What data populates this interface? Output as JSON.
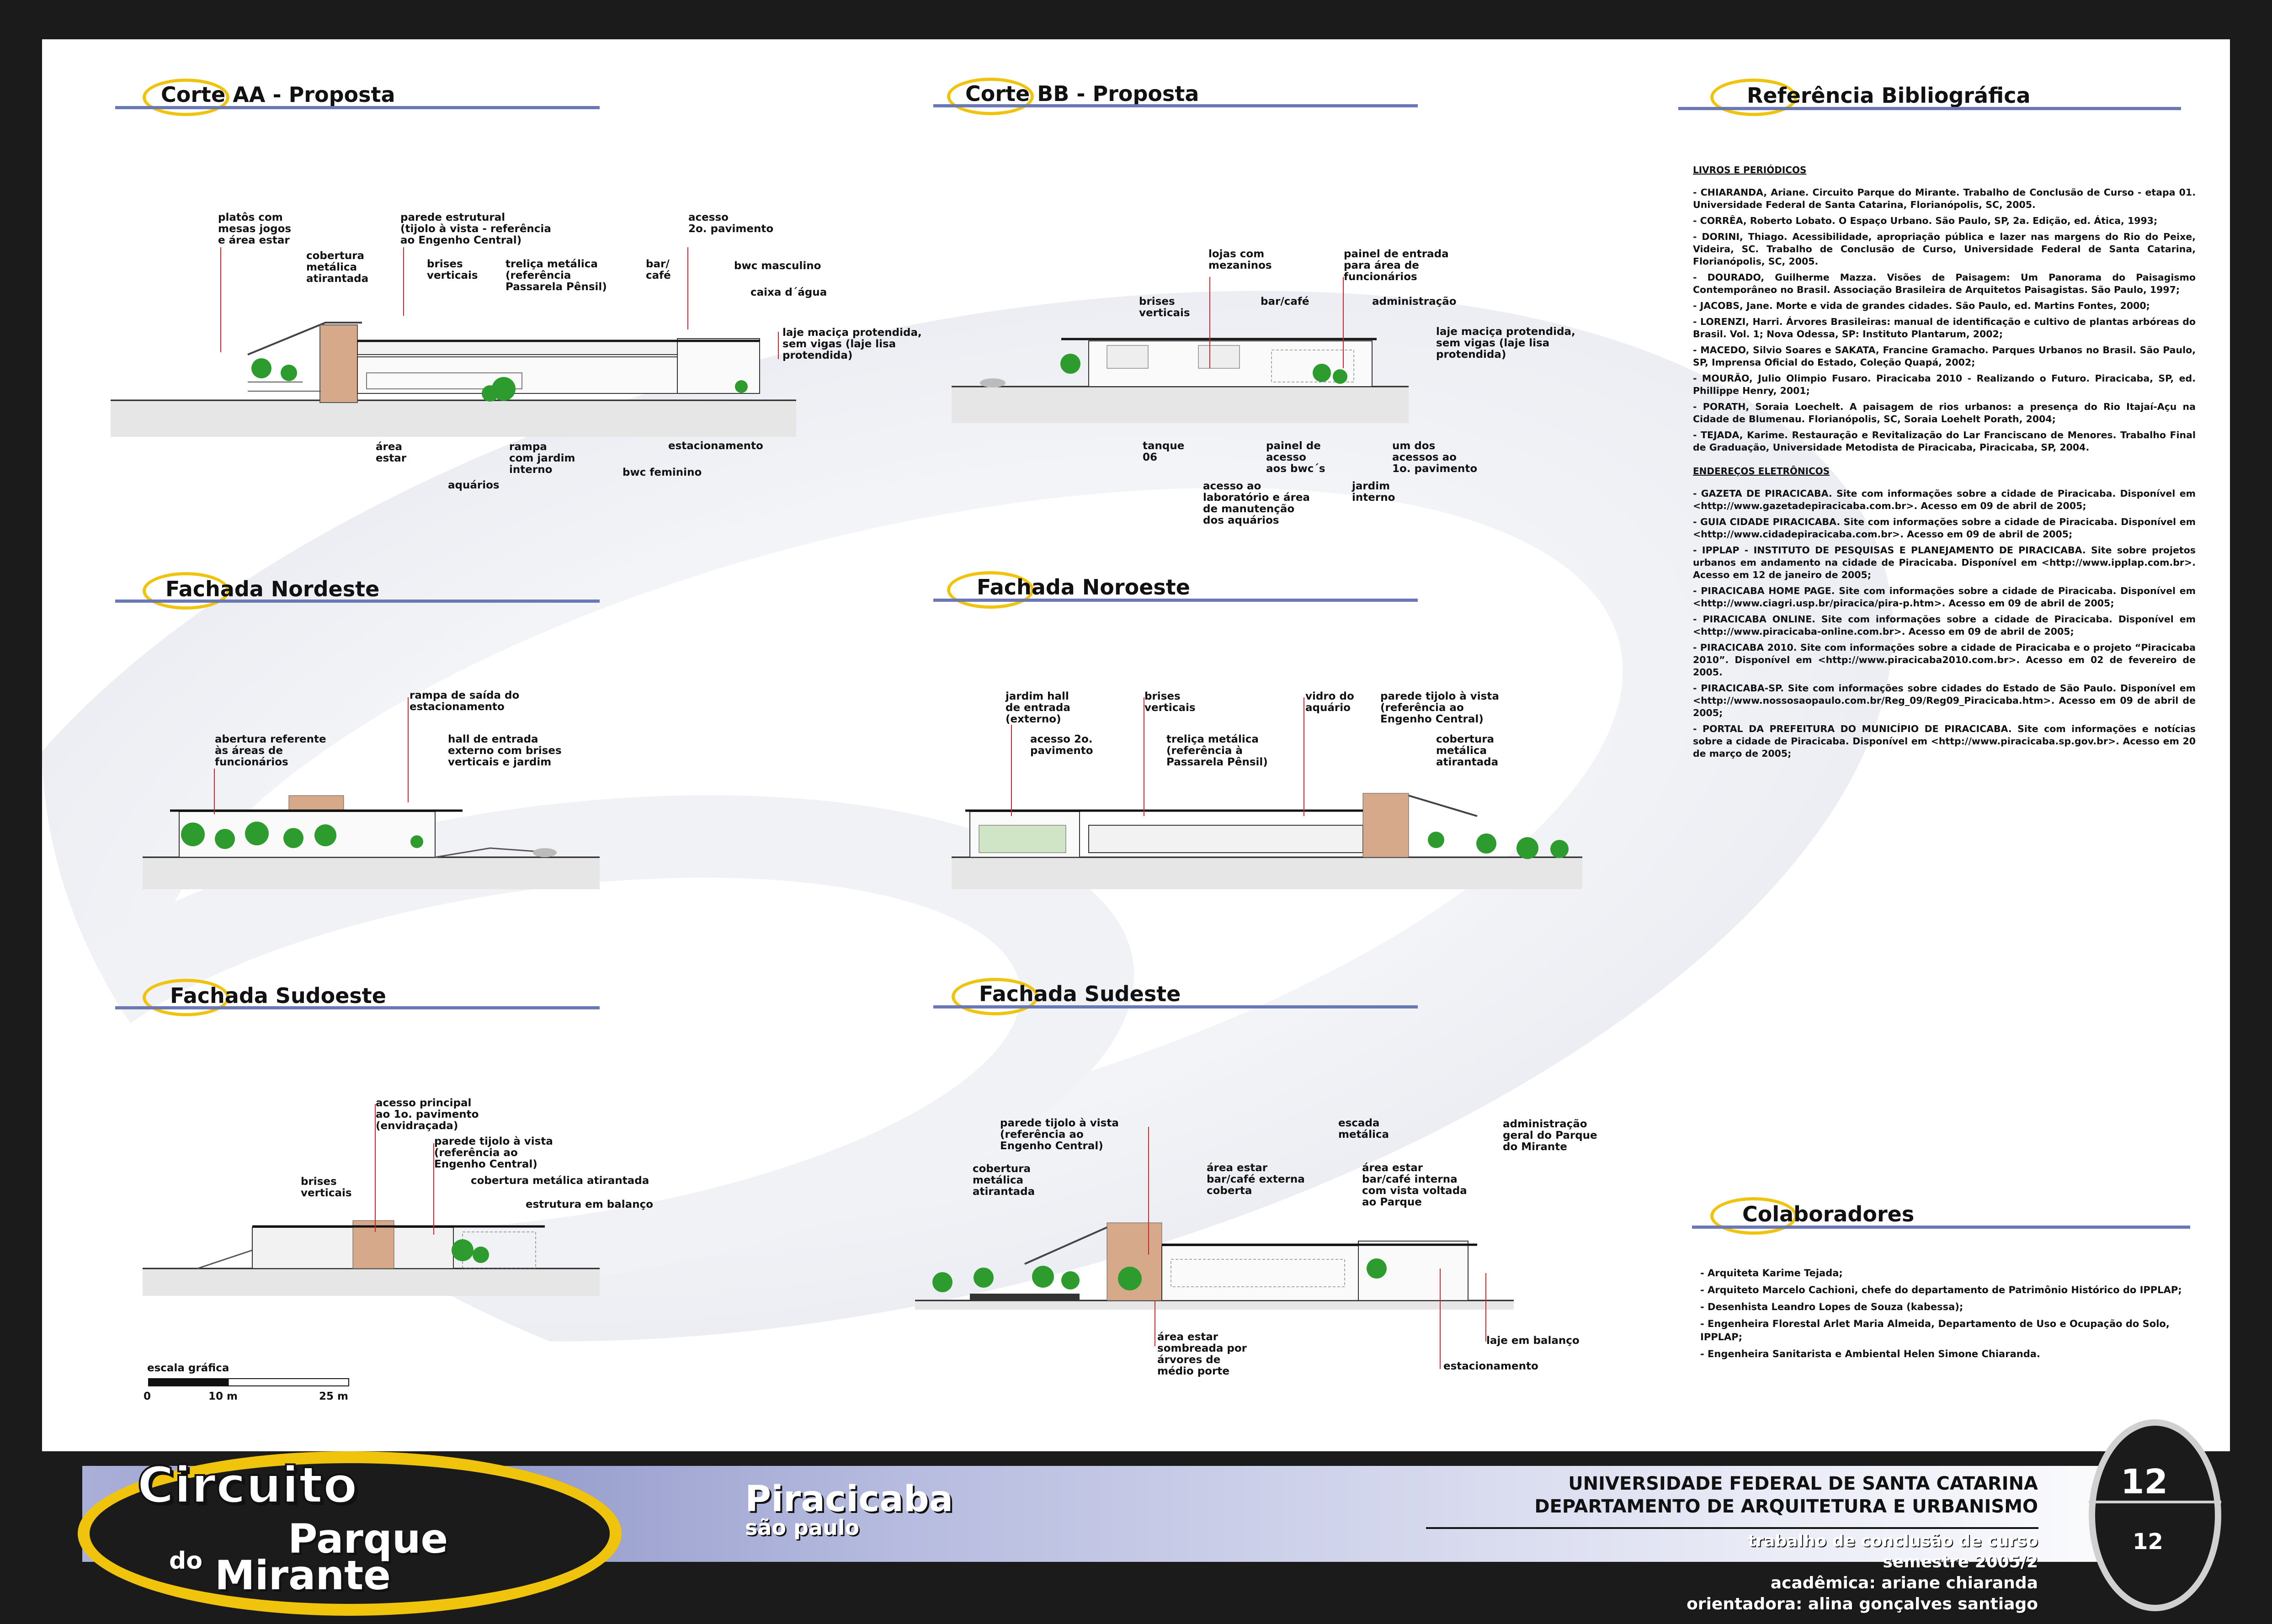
{
  "sections": {
    "corte_aa": {
      "title": "Corte AA - Proposta",
      "labels": {
        "a1": "platôs com\nmesas jogos\ne área estar",
        "a2": "cobertura\nmetálica\natirantada",
        "a3": "parede estrutural\n(tijolo à vista - referência\nao Engenho Central)",
        "a4": "brises\nverticais",
        "a5": "treliça metálica\n(referência\nPassarela Pênsil)",
        "a6": "bar/\ncafé",
        "a7": "acesso\n2o. pavimento",
        "a8": "bwc masculino",
        "a9": "caixa d´água",
        "a10": "laje maciça protendida,\nsem vigas (laje lisa\nprotendida)",
        "a11": "área\nestar",
        "a12": "aquários",
        "a13": "rampa\ncom jardim\ninterno",
        "a14": "bwc feminino",
        "a15": "estacionamento"
      }
    },
    "corte_bb": {
      "title": "Corte BB - Proposta",
      "labels": {
        "b1": "lojas com\nmezaninos",
        "b2": "painel de entrada\npara área de\nfuncionários",
        "b3": "brises\nverticais",
        "b4": "bar/café",
        "b5": "administração",
        "b6": "laje maciça protendida,\nsem vigas (laje lisa\nprotendida)",
        "b7": "tanque\n06",
        "b8": "acesso ao\nlaboratório e área\nde manutenção\ndos aquários",
        "b9": "painel de\nacesso\naos bwc´s",
        "b10": "jardim\ninterno",
        "b11": "um dos\nacessos ao\n1o. pavimento"
      }
    },
    "fachada_nordeste": {
      "title": "Fachada Nordeste",
      "labels": {
        "c1": "rampa de saída do\nestacionamento",
        "c2": "abertura referente\nàs áreas de\nfuncionários",
        "c3": "hall de entrada\nexterno com brises\nverticais e jardim"
      }
    },
    "fachada_noroeste": {
      "title": "Fachada Noroeste",
      "labels": {
        "d1": "jardim hall\nde entrada\n(externo)",
        "d2": "acesso 2o.\npavimento",
        "d3": "brises\nverticais",
        "d4": "treliça metálica\n(referência à\nPassarela Pênsil)",
        "d5": "vidro do\naquário",
        "d6": "parede tijolo à vista\n(referência ao\nEngenho Central)",
        "d7": "cobertura\nmetálica\natirantada"
      }
    },
    "fachada_sudoeste": {
      "title": "Fachada Sudoeste",
      "labels": {
        "e1": "acesso principal\nao 1o. pavimento\n(envidraçada)",
        "e2": "parede tijolo à vista\n(referência ao\nEngenho Central)",
        "e3": "cobertura metálica atirantada",
        "e4": "brises\nverticais",
        "e5": "estrutura em balanço"
      },
      "scale": {
        "title": "escala gráfica",
        "t0": "0",
        "t1": "10 m",
        "t2": "25 m"
      }
    },
    "fachada_sudeste": {
      "title": "Fachada Sudeste",
      "labels": {
        "f1": "parede tijolo à vista\n(referência ao\nEngenho Central)",
        "f2": "cobertura\nmetálica\natirantada",
        "f3": "escada\nmetálica",
        "f4": "administração\ngeral do Parque\ndo Mirante",
        "f5": "área estar\nbar/café externa\ncoberta",
        "f6": "área estar\nbar/café interna\ncom vista voltada\nao Parque",
        "f7": "área estar\nsombreada por\nárvores de\nmédio porte",
        "f8": "laje em balanço",
        "f9": "estacionamento"
      }
    }
  },
  "references": {
    "title": "Referência Bibliográfica",
    "books_heading": "LIVROS E PERIÓDICOS",
    "books": [
      "- CHIARANDA, Ariane. Circuito Parque do Mirante. Trabalho de Conclusão de Curso - etapa 01. Universidade Federal de Santa Catarina, Florianópolis, SC, 2005.",
      "- CORRÊA, Roberto Lobato. O Espaço Urbano. São Paulo, SP, 2a. Edição, ed. Ática, 1993;",
      "- DORINI, Thiago. Acessibilidade, apropriação pública e lazer nas margens do Rio do Peixe, Videira, SC. Trabalho de Conclusão de Curso, Universidade Federal de Santa Catarina, Florianópolis, SC, 2005.",
      "- DOURADO, Guilherme Mazza. Visões de Paisagem: Um Panorama do Paisagismo Contemporâneo no Brasil. Associação Brasileira de Arquitetos Paisagistas. São Paulo, 1997;",
      "- JACOBS, Jane. Morte e vida de grandes cidades. São Paulo, ed. Martins Fontes, 2000;",
      "- LORENZI, Harri. Árvores Brasileiras: manual de identificação e cultivo de plantas arbóreas do Brasil. Vol. 1; Nova Odessa, SP: Instituto Plantarum, 2002;",
      "- MACEDO, Silvio Soares e SAKATA, Francine Gramacho. Parques Urbanos no Brasil. São Paulo, SP, Imprensa Oficial do Estado, Coleção Quapá, 2002;",
      "- MOURÃO, Julio Olimpio Fusaro. Piracicaba 2010 - Realizando o Futuro. Piracicaba, SP, ed. Phillippe Henry, 2001;",
      "- PORATH, Soraia Loechelt. A paisagem de rios urbanos: a presença do Rio Itajaí-Açu na Cidade de Blumenau. Florianópolis, SC, Soraia Loehelt Porath, 2004;",
      "- TEJADA, Karime. Restauração e Revitalização do Lar Franciscano de Menores. Trabalho Final de Graduação, Universidade Metodista de Piracicaba, Piracicaba, SP, 2004."
    ],
    "web_heading": "ENDEREÇOS ELETRÔNICOS",
    "web": [
      "- GAZETA DE PIRACICABA. Site com informações sobre a cidade de Piracicaba. Disponível em <http://www.gazetadepiracicaba.com.br>. Acesso em 09 de abril de 2005;",
      "- GUIA CIDADE PIRACICABA. Site com informações sobre a cidade de Piracicaba. Disponível em <http://www.cidadepiracicaba.com.br>. Acesso em 09 de abril de 2005;",
      "- IPPLAP - INSTITUTO DE PESQUISAS E PLANEJAMENTO DE PIRACICABA. Site sobre projetos urbanos em andamento na cidade de Piracicaba. Disponível em <http://www.ipplap.com.br>. Acesso em 12 de janeiro de 2005;",
      "- PIRACICABA HOME PAGE. Site com informações sobre a cidade de Piracicaba. Disponível em <http://www.ciagri.usp.br/piracica/pira-p.htm>. Acesso em 09 de abril de 2005;",
      "- PIRACICABA ONLINE. Site com informações sobre a cidade de Piracicaba. Disponível em <http://www.piracicaba-online.com.br>. Acesso em 09 de abril de 2005;",
      "- PIRACICABA 2010. Site com informações sobre a cidade de Piracicaba e o projeto “Piracicaba 2010”. Disponível em <http://www.piracicaba2010.com.br>. Acesso em 02 de fevereiro de 2005.",
      "- PIRACICABA-SP. Site com informações sobre cidades do Estado de São Paulo. Disponível em <http://www.nossosaopaulo.com.br/Reg_09/Reg09_Piracicaba.htm>. Acesso em 09 de abril de 2005;",
      "- PORTAL DA PREFEITURA DO MUNICÍPIO DE PIRACICABA. Site com informações e notícias sobre a cidade de Piracicaba. Disponível em <http://www.piracicaba.sp.gov.br>. Acesso em 20 de março de 2005;"
    ]
  },
  "collaborators": {
    "title": "Colaboradores",
    "items": [
      "- Arquiteta Karime Tejada;",
      "- Arquiteto Marcelo Cachioni, chefe do departamento de Patrimônio Histórico do IPPLAP;",
      "- Desenhista Leandro Lopes de Souza (kabessa);",
      "- Engenheira Florestal Arlet Maria Almeida, Departamento de Uso e Ocupação do Solo, IPPLAP;",
      "- Engenheira Sanitarista e Ambiental Helen Simone Chiaranda."
    ]
  },
  "footer": {
    "logo_line1": "Circuito",
    "logo_do": "do",
    "logo_line2": "Parque",
    "logo_line3": "Mirante",
    "city": "Piracicaba",
    "state": "são paulo",
    "university": "UNIVERSIDADE FEDERAL DE SANTA CATARINA",
    "department": "DEPARTAMENTO DE ARQUITETURA E URBANISMO",
    "course": "trabalho de conclusão de curso",
    "semester": "semestre 2005/2",
    "student": "acadêmica: ariane chiaranda",
    "advisor": "orientadora: alina gonçalves santiago",
    "sheet_number": "12",
    "sheet_total": "12"
  },
  "colors": {
    "accent_yellow": "#f0c30d",
    "title_line": "#6a78b6",
    "leader_red": "#c8282c",
    "brick": "#d6a98a",
    "tree_green": "#2e9b2e"
  }
}
